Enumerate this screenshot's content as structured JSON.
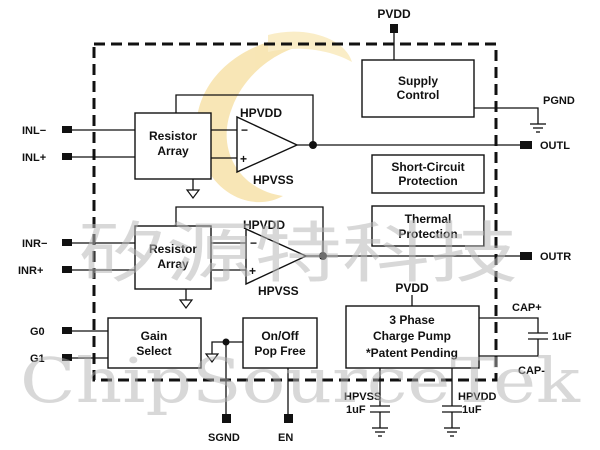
{
  "pins": {
    "pvdd": "PVDD",
    "pgnd": "PGND",
    "inl_minus": "INL−",
    "inl_plus": "INL+",
    "inr_minus": "INR−",
    "inr_plus": "INR+",
    "outl": "OUTL",
    "outr": "OUTR",
    "g0": "G0",
    "g1": "G1",
    "sgnd": "SGND",
    "en": "EN",
    "cap_plus": "CAP+",
    "cap_minus": "CAP-"
  },
  "blocks": {
    "supply_control": [
      "Supply",
      "Control"
    ],
    "resistor_array_l": [
      "Resistor",
      "Array"
    ],
    "resistor_array_r": [
      "Resistor",
      "Array"
    ],
    "short_circuit": [
      "Short-Circuit",
      "Protection"
    ],
    "thermal": [
      "Thermal",
      "Protection"
    ],
    "gain_select": [
      "Gain",
      "Select"
    ],
    "onoff": [
      "On/Off",
      "Pop Free"
    ],
    "charge_pump": [
      "3 Phase",
      "Charge Pump",
      "*Patent Pending"
    ]
  },
  "amp_labels": {
    "l_top": "HPVDD",
    "l_bottom": "HPVSS",
    "r_top": "HPVDD",
    "r_bottom": "HPVSS",
    "minus": "−",
    "plus": "+"
  },
  "charge_pump_supply": "PVDD",
  "caps": {
    "flying": "1uF",
    "hpvss_label": "HPVSS",
    "hpvss_value": "1uF",
    "hpvdd_label": "HPVDD",
    "hpvdd_value": "1uF"
  },
  "watermark": {
    "chinese": "矽源特科技",
    "english": "ChipSourceTek",
    "logo_color": "#f3d27a"
  }
}
